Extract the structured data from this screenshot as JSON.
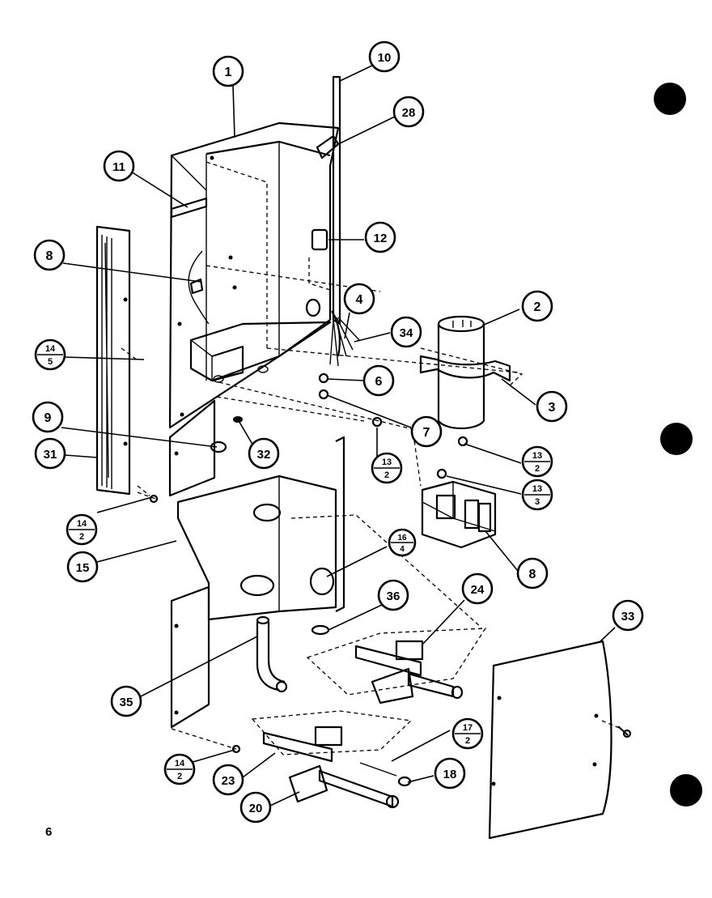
{
  "page_number": "6",
  "callouts": [
    {
      "id": "c1",
      "top": "1"
    },
    {
      "id": "c10",
      "top": "10"
    },
    {
      "id": "c28",
      "top": "28"
    },
    {
      "id": "c11",
      "top": "11"
    },
    {
      "id": "c12",
      "top": "12"
    },
    {
      "id": "c8a",
      "top": "8"
    },
    {
      "id": "c4",
      "top": "4"
    },
    {
      "id": "c2",
      "top": "2"
    },
    {
      "id": "c34",
      "top": "34"
    },
    {
      "id": "c14-5",
      "top": "14",
      "bottom": "5"
    },
    {
      "id": "c6",
      "top": "6"
    },
    {
      "id": "c3",
      "top": "3"
    },
    {
      "id": "c7",
      "top": "7"
    },
    {
      "id": "c9",
      "top": "9"
    },
    {
      "id": "c32",
      "top": "32"
    },
    {
      "id": "c31",
      "top": "31"
    },
    {
      "id": "c13-2a",
      "top": "13",
      "bottom": "2"
    },
    {
      "id": "c13-2b",
      "top": "13",
      "bottom": "2"
    },
    {
      "id": "c13-3",
      "top": "13",
      "bottom": "3"
    },
    {
      "id": "c14-2a",
      "top": "14",
      "bottom": "2"
    },
    {
      "id": "c15",
      "top": "15"
    },
    {
      "id": "c8b",
      "top": "8"
    },
    {
      "id": "c16-4",
      "top": "16",
      "bottom": "4"
    },
    {
      "id": "c36",
      "top": "36"
    },
    {
      "id": "c24",
      "top": "24"
    },
    {
      "id": "c33",
      "top": "33"
    },
    {
      "id": "c35",
      "top": "35"
    },
    {
      "id": "c17-2",
      "top": "17",
      "bottom": "2"
    },
    {
      "id": "c14-2b",
      "top": "14",
      "bottom": "2"
    },
    {
      "id": "c18",
      "top": "18"
    },
    {
      "id": "c23",
      "top": "23"
    },
    {
      "id": "c20",
      "top": "20"
    }
  ]
}
